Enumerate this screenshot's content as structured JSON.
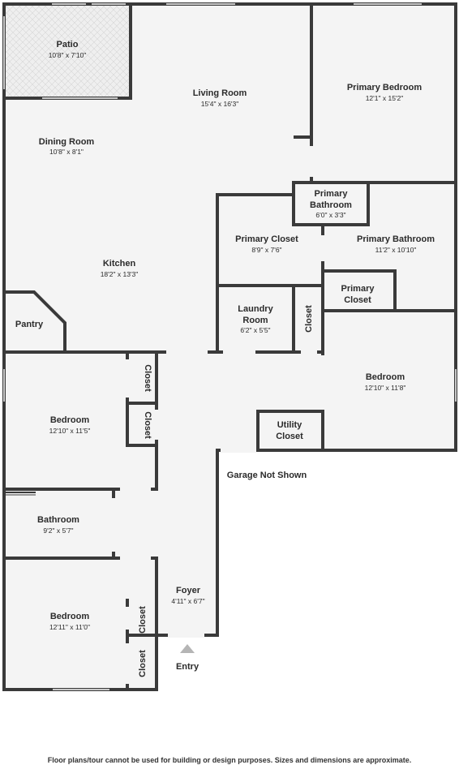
{
  "rooms": {
    "patio": {
      "name": "Patio",
      "dims": "10'8\" x 7'10\""
    },
    "living_room": {
      "name": "Living Room",
      "dims": "15'4\" x 16'3\""
    },
    "primary_bedroom": {
      "name": "Primary Bedroom",
      "dims": "12'1\" x 15'2\""
    },
    "dining_room": {
      "name": "Dining Room",
      "dims": "10'8\" x 8'1\""
    },
    "primary_bathroom_small": {
      "name_line1": "Primary",
      "name_line2": "Bathroom",
      "dims": "6'0\" x 3'3\""
    },
    "primary_closet": {
      "name": "Primary Closet",
      "dims": "8'9\" x 7'6\""
    },
    "primary_bathroom": {
      "name": "Primary Bathroom",
      "dims": "11'2\" x 10'10\""
    },
    "kitchen": {
      "name": "Kitchen",
      "dims": "18'2\" x 13'3\""
    },
    "primary_closet_small": {
      "name_line1": "Primary",
      "name_line2": "Closet"
    },
    "laundry_room": {
      "name_line1": "Laundry",
      "name_line2": "Room",
      "dims": "6'2\" x 5'5\""
    },
    "closet_laundry": {
      "name": "Closet"
    },
    "pantry": {
      "name": "Pantry"
    },
    "closet_bed2_upper": {
      "name": "Closet"
    },
    "closet_bed2_lower": {
      "name": "Closet"
    },
    "bedroom_2": {
      "name": "Bedroom",
      "dims": "12'10\" x 11'5\""
    },
    "bedroom_east": {
      "name": "Bedroom",
      "dims": "12'10\" x 11'8\""
    },
    "utility_closet": {
      "name_line1": "Utility",
      "name_line2": "Closet"
    },
    "bathroom": {
      "name": "Bathroom",
      "dims": "9'2\" x 5'7\""
    },
    "foyer": {
      "name": "Foyer",
      "dims": "4'11\" x 6'7\""
    },
    "bedroom_3": {
      "name": "Bedroom",
      "dims": "12'11\" x 11'0\""
    },
    "closet_bed3_upper": {
      "name": "Closet"
    },
    "closet_bed3_lower": {
      "name": "Closet"
    }
  },
  "notes": {
    "garage": "Garage Not Shown",
    "entry": "Entry",
    "disclaimer": "Floor plans/tour cannot be used for building or design purposes. Sizes and dimensions are approximate."
  },
  "colors": {
    "wall": "#3a3a3a",
    "floor": "#f4f4f4",
    "patio_tile": "#dcdcdc",
    "entry_marker": "#b5b5b5"
  }
}
